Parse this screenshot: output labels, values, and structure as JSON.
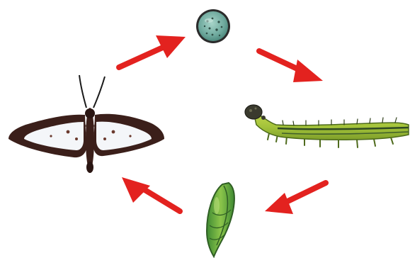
{
  "diagram": {
    "kind": "life-cycle",
    "direction": "clockwise",
    "stages": [
      {
        "id": "egg",
        "icon": "egg-icon",
        "color": "#7fb3a8"
      },
      {
        "id": "larva",
        "icon": "caterpillar-icon",
        "color": "#a9c63a"
      },
      {
        "id": "pupa",
        "icon": "chrysalis-icon",
        "color": "#6fae3c"
      },
      {
        "id": "adult",
        "icon": "moth-icon",
        "color": "#3b1f1a"
      }
    ],
    "arrows": [
      {
        "from": "egg",
        "to": "larva"
      },
      {
        "from": "larva",
        "to": "pupa"
      },
      {
        "from": "pupa",
        "to": "adult"
      },
      {
        "from": "adult",
        "to": "egg"
      }
    ],
    "arrow_color": "#e3221f",
    "background": "#ffffff"
  }
}
